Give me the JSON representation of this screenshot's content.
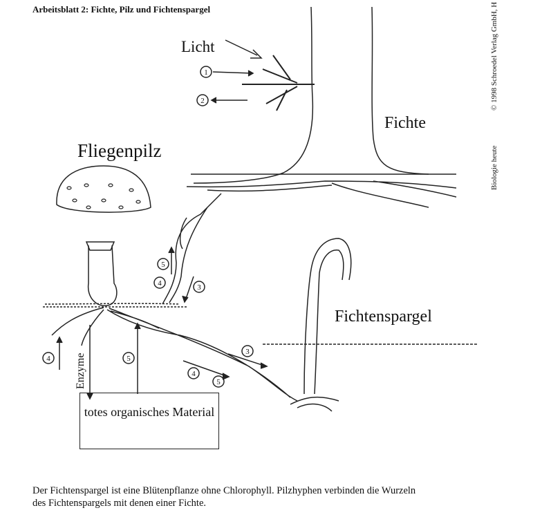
{
  "header": {
    "title": "Arbeitsblatt 2: Fichte, Pilz und Fichtenspargel"
  },
  "side": {
    "copyright": "© 1998 Schroedel Verlag GmbH, H",
    "book": "Biologie heute"
  },
  "labels": {
    "licht": "Licht",
    "fichte": "Fichte",
    "fliegenpilz": "Fliegenpilz",
    "fichtenspargel": "Fichtenspargel",
    "enzyme": "Enzyme",
    "material_box": "totes organisches Material"
  },
  "markers": {
    "m1": "1",
    "m2": "2",
    "m3a": "3",
    "m3b": "3",
    "m4a": "4",
    "m4b": "4",
    "m4c": "4",
    "m5a": "5",
    "m5b": "5",
    "m5c": "5"
  },
  "caption": {
    "line1": "Der Fichtenspargel ist eine Blütenpflanze ohne Chlorophyll. Pilzhyphen verbinden die Wurzeln",
    "line2": "des Fichtenspargels mit denen einer Fichte."
  }
}
